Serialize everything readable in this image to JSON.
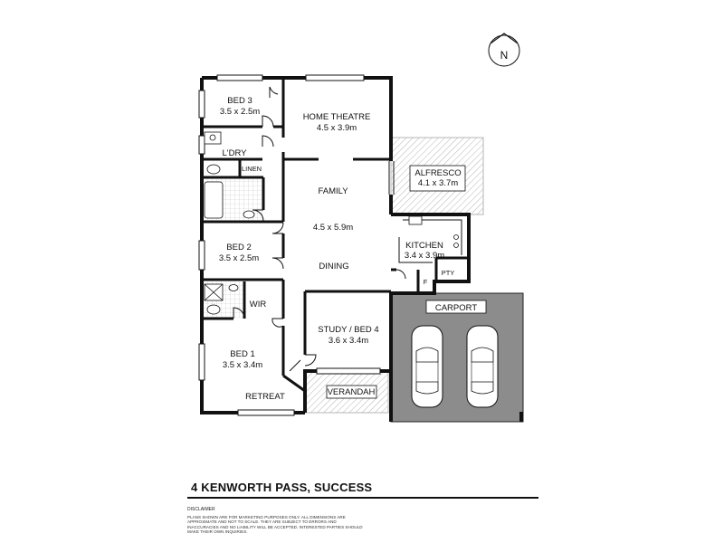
{
  "compass": {
    "label": "N"
  },
  "rooms": {
    "bed3": {
      "name": "BED 3",
      "size": "3.5 x 2.5m"
    },
    "home_theatre": {
      "name": "HOME THEATRE",
      "size": "4.5 x 3.9m"
    },
    "ldry": {
      "name": "L'DRY"
    },
    "linen": {
      "name": "LINEN"
    },
    "alfresco": {
      "name": "ALFRESCO",
      "size": "4.1 x 3.7m"
    },
    "family": {
      "name": "FAMILY",
      "size": "4.5 x 5.9m"
    },
    "kitchen": {
      "name": "KITCHEN",
      "size": "3.4 x 3.9m"
    },
    "bed2": {
      "name": "BED 2",
      "size": "3.5 x 2.5m"
    },
    "dining": {
      "name": "DINING"
    },
    "pty": {
      "name": "PTY"
    },
    "fridge": {
      "name": "F"
    },
    "wir": {
      "name": "WIR"
    },
    "carport": {
      "name": "CARPORT"
    },
    "study": {
      "name": "STUDY / BED 4",
      "size": "3.6 x 3.4m"
    },
    "bed1": {
      "name": "BED 1",
      "size": "3.5 x 3.4m"
    },
    "retreat": {
      "name": "RETREAT"
    },
    "verandah": {
      "name": "VERANDAH"
    }
  },
  "address": "4 KENWORTH PASS, SUCCESS",
  "disclaimer": {
    "title": "DISCLAIMER",
    "body": "PLANS SHOWN ARE FOR MARKETING PURPOSES ONLY. ALL DIMENSIONS ARE APPROXIMATE AND NOT TO SCALE. THEY ARE SUBJECT TO ERRORS AND INACCURACIES AND NO LIABILITY WILL BE ACCEPTED. INTERESTED PARTIES SHOULD MAKE THEIR OWN INQUIRIES."
  },
  "colors": {
    "wall": "#111111",
    "carport": "#8c8c8c",
    "hatch": "#b5b5b5"
  }
}
